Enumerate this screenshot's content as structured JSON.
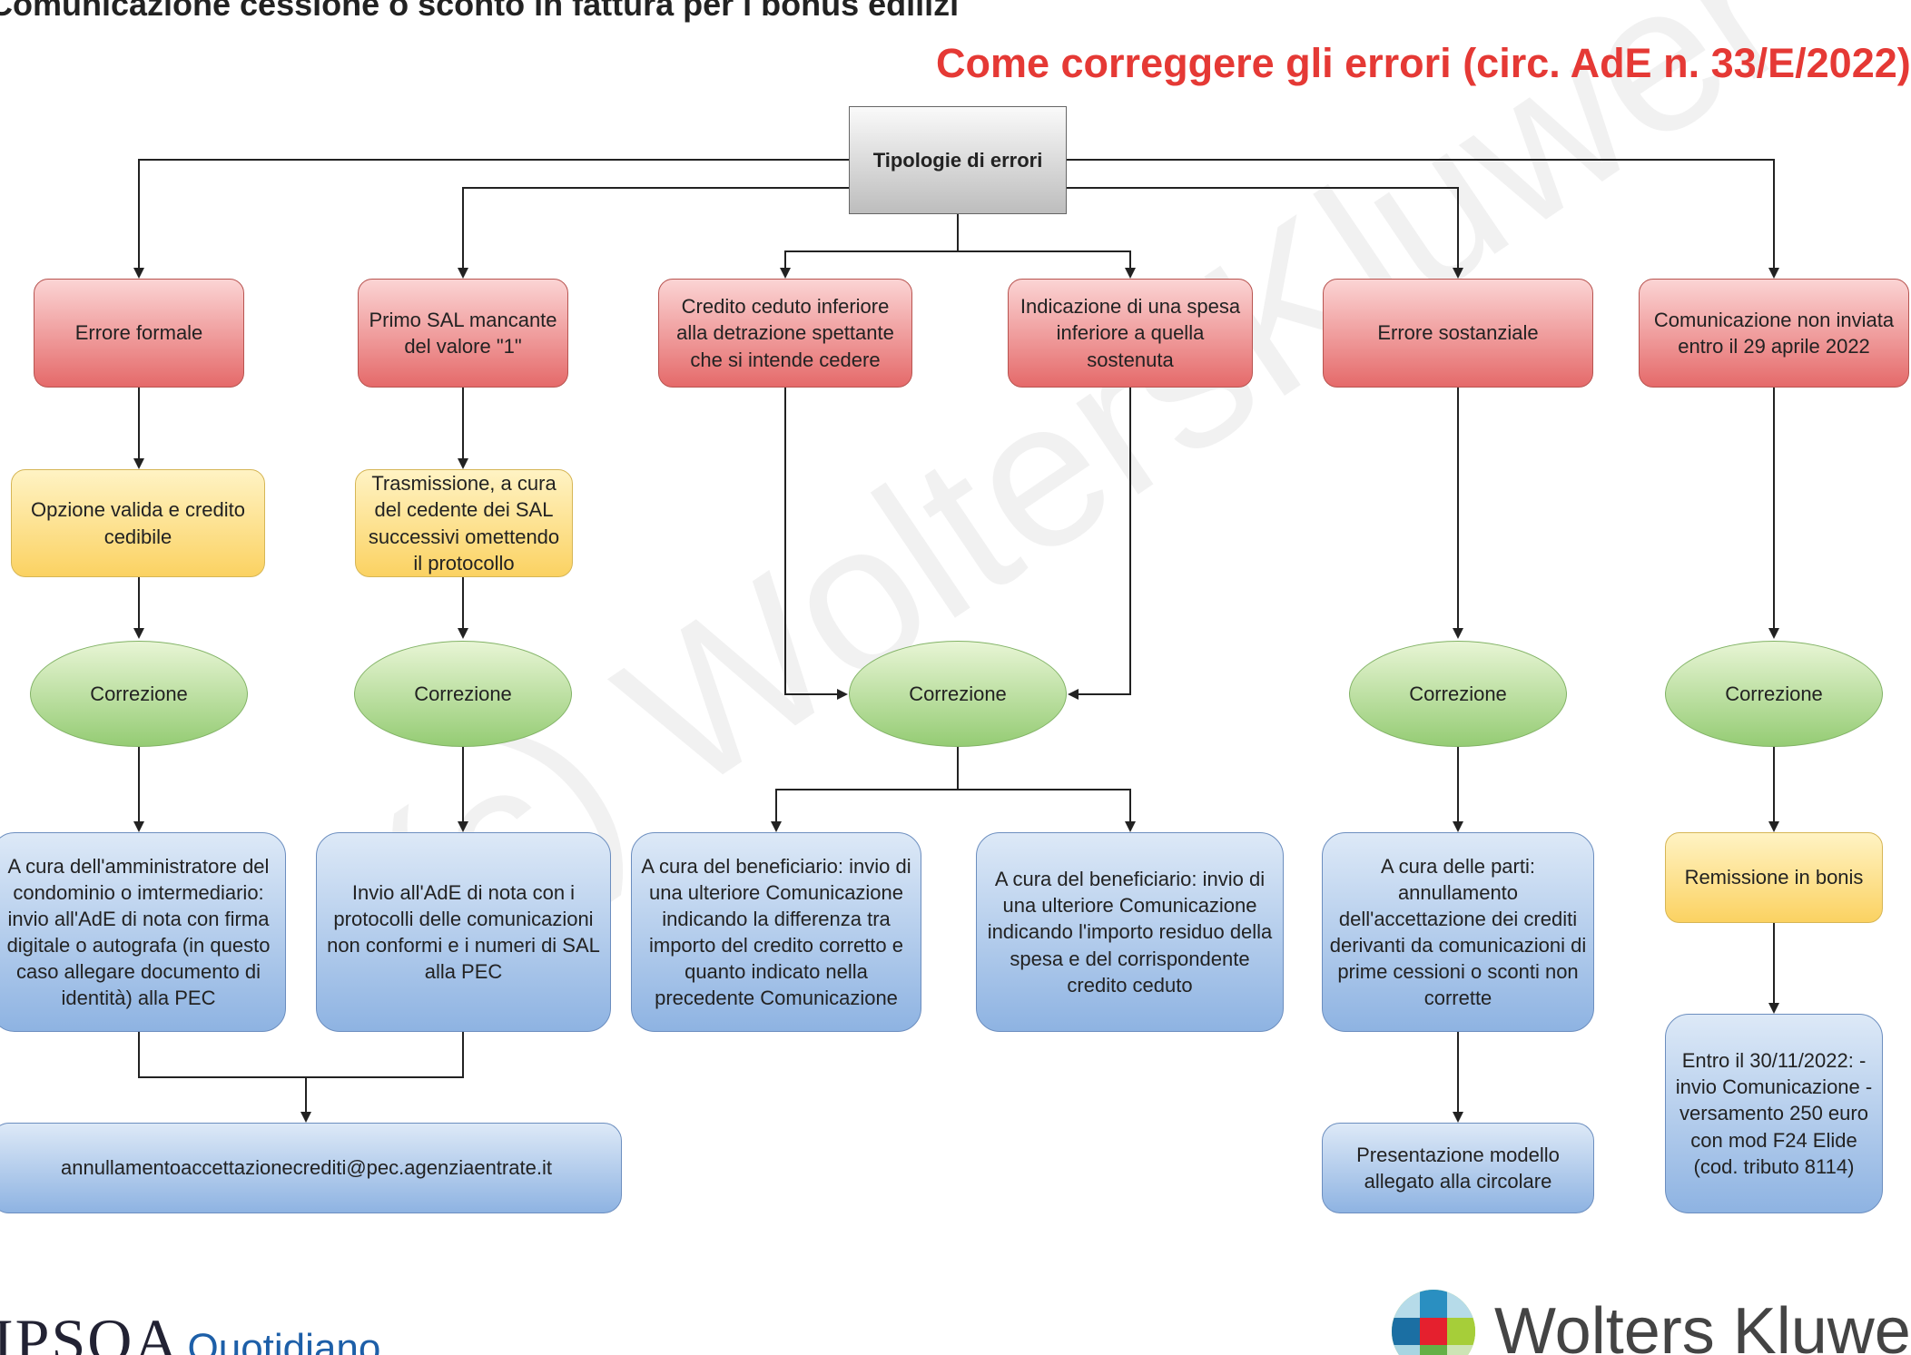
{
  "header": {
    "title": "Comunicazione cessione o sconto in fattura per i bonus edilizi",
    "subtitle": "Come correggere gli errori (circ. AdE n. 33/E/2022)"
  },
  "watermark": "(c) WoltersKluwer",
  "root": "Tipologie di errori",
  "error_types": [
    "Errore formale",
    "Primo SAL mancante del valore \"1\"",
    "Credito ceduto inferiore alla detrazione spettante che si intende cedere",
    "Indicazione di una spesa inferiore a quella sostenuta",
    "Errore sostanziale",
    "Comunicazione non inviata entro il 29 aprile 2022"
  ],
  "intermediate": [
    "Opzione valida e credito cedibile",
    "Trasmissione, a cura del cedente dei SAL successivi omettendo il protocollo"
  ],
  "correction_label": "Correzione",
  "actions": [
    "A cura dell'amministratore del condominio o imtermediario: invio all'AdE di nota con firma digitale o autografa (in questo caso allegare documento di identità) alla PEC",
    "Invio all'AdE di nota con i protocolli delle comunicazioni non conformi e i numeri di SAL alla PEC",
    "A cura del beneficiario: invio di una ulteriore Comunicazione indicando la differenza tra importo del credito corretto e quanto indicato nella precedente Comunicazione",
    "A cura del beneficiario: invio di una ulteriore Comunicazione indicando l'importo residuo della spesa e del corrispondente credito ceduto",
    "A cura delle parti: annullamento dell'accettazione dei crediti derivanti da comunicazioni di prime cessioni o sconti non corrette",
    "Remissione in bonis"
  ],
  "pec_address": "annullamentoaccettazionecrediti@pec.agenziaentrate.it",
  "presentation": "Presentazione modello allegato alla circolare",
  "deadline": "Entro il 30/11/2022: -invio Comunicazione -versamento 250 euro con mod F24 Elide (cod. tributo 8114)",
  "footer": {
    "left_brand": "IPSOA",
    "left_product": "Quotidiano",
    "right_brand": "Wolters Kluwer"
  },
  "colors": {
    "title": "#222222",
    "subtitle": "#e53935",
    "red_node": "#e56a6a",
    "yellow_node": "#fbd262",
    "green_node": "#95cc74",
    "blue_node": "#8eb3e2",
    "connector": "#222222"
  }
}
